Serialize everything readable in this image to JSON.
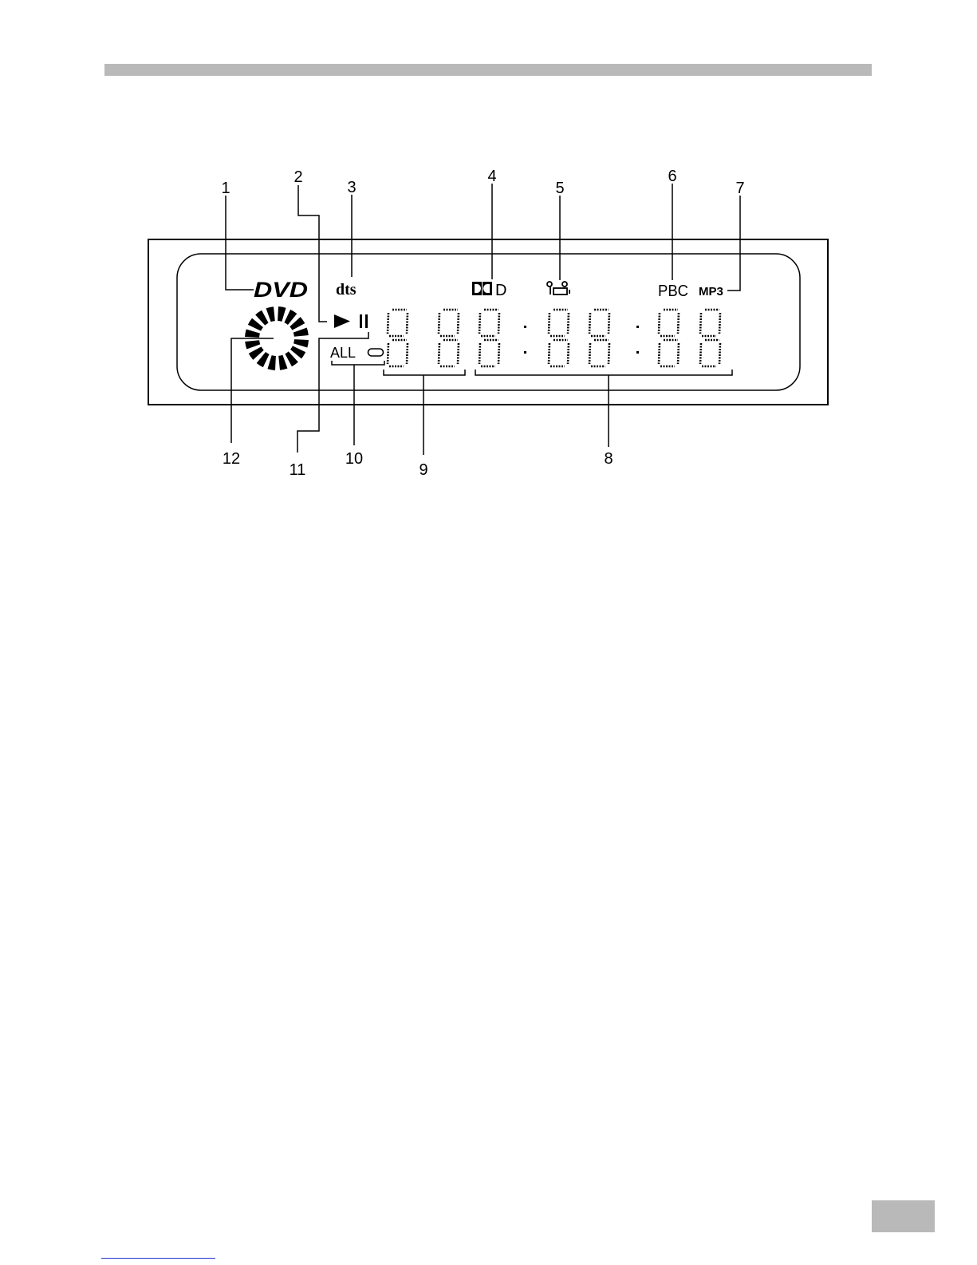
{
  "callouts": [
    {
      "number": "1",
      "target": "dvd-indicator"
    },
    {
      "number": "2",
      "target": "play-indicator"
    },
    {
      "number": "3",
      "target": "dts-indicator"
    },
    {
      "number": "4",
      "target": "dolby-digital-indicator"
    },
    {
      "number": "5",
      "target": "angle-indicator"
    },
    {
      "number": "6",
      "target": "pbc-indicator"
    },
    {
      "number": "7",
      "target": "mp3-indicator"
    },
    {
      "number": "8",
      "target": "time-display"
    },
    {
      "number": "9",
      "target": "title-chapter-display"
    },
    {
      "number": "10",
      "target": "repeat-indicator"
    },
    {
      "number": "11",
      "target": "pause-indicator"
    },
    {
      "number": "12",
      "target": "disc-rotation-indicator"
    }
  ],
  "indicators": {
    "dvd": "DVD",
    "dts": "dts",
    "dolby": "D",
    "pbc": "PBC",
    "mp3": "MP3",
    "repeat_all": "ALL"
  },
  "icons": [
    "play-icon",
    "pause-icon",
    "dolby-double-d-icon",
    "camera-angle-icon",
    "repeat-loop-icon",
    "disc-segments-icon"
  ],
  "colors": {
    "panel_line": "#000000",
    "header_bar": "#b9b9b9"
  }
}
